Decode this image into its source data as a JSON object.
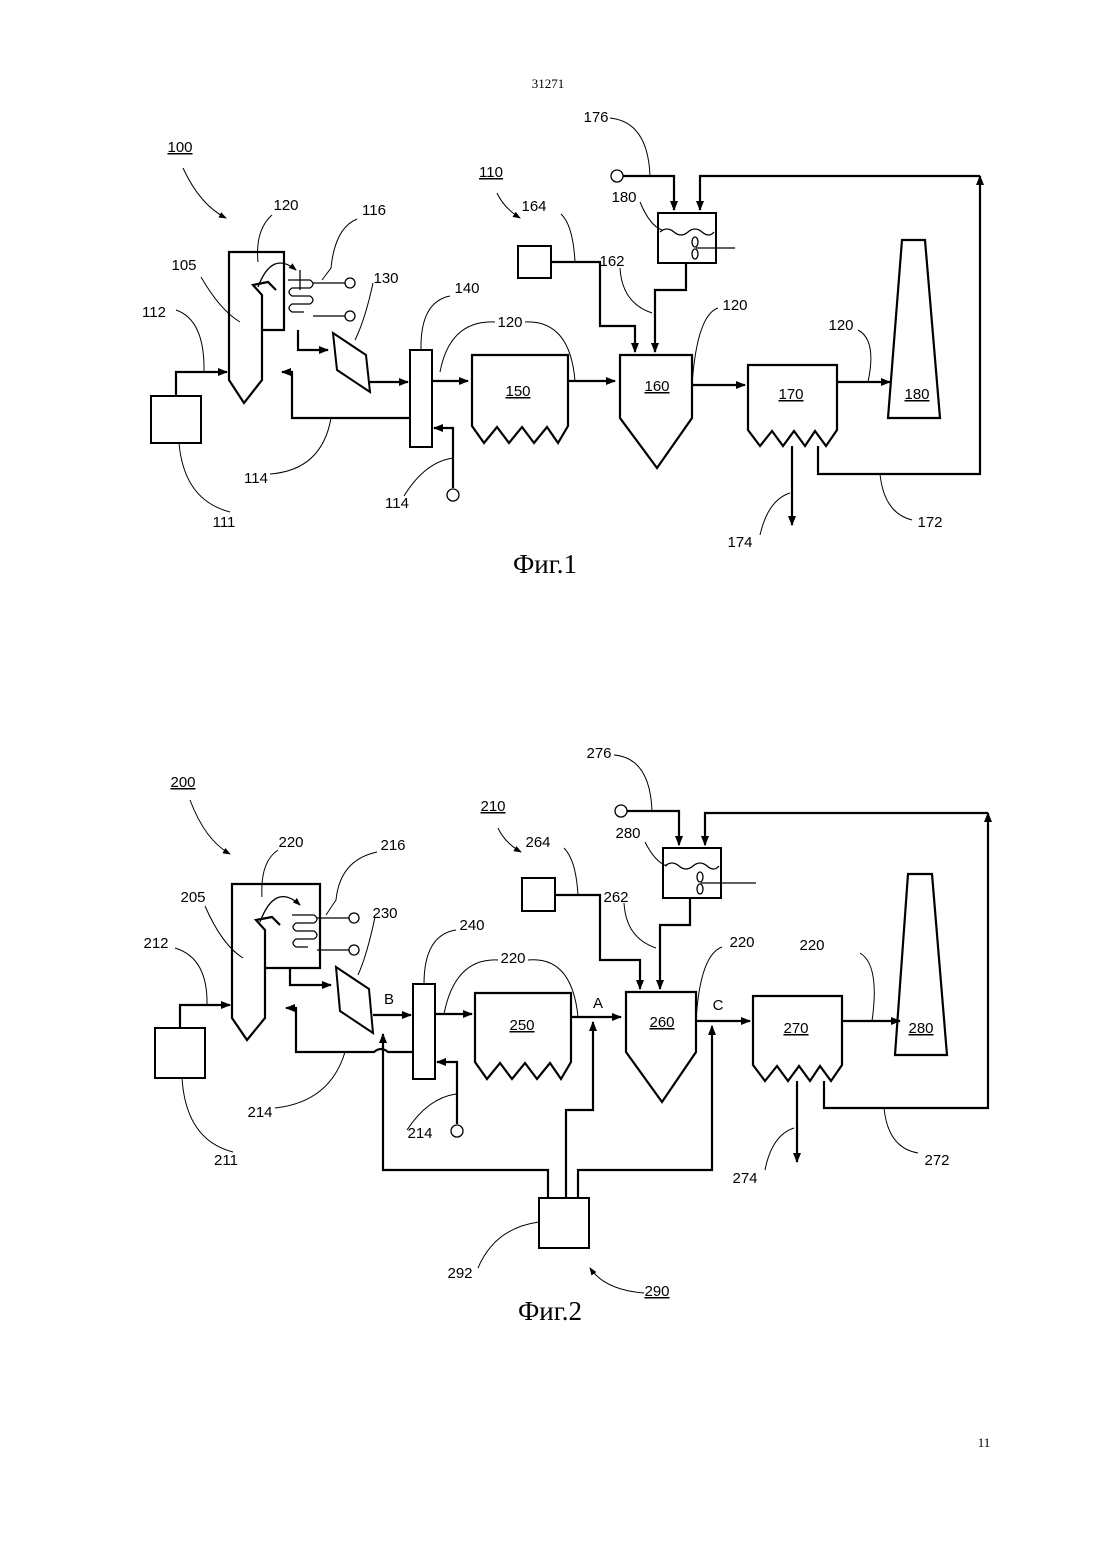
{
  "header": {
    "doc_number": "31271",
    "page_number": "11"
  },
  "fig1": {
    "caption": "Фиг.1",
    "labels": {
      "l100": "100",
      "l110": "110",
      "l105": "105",
      "l111": "111",
      "l112": "112",
      "l114a": "114",
      "l114b": "114",
      "l116": "116",
      "l120a": "120",
      "l120b": "120",
      "l120c": "120",
      "l120d": "120",
      "l130": "130",
      "l140": "140",
      "l150": "150",
      "l160": "160",
      "l162": "162",
      "l164": "164",
      "l170": "170",
      "l172": "172",
      "l174": "174",
      "l176": "176",
      "l180a": "180",
      "l180b": "180"
    }
  },
  "fig2": {
    "caption": "Фиг.2",
    "labels": {
      "l200": "200",
      "l210": "210",
      "l205": "205",
      "l211": "211",
      "l212": "212",
      "l214a": "214",
      "l214b": "214",
      "l216": "216",
      "l220a": "220",
      "l220b": "220",
      "l220c": "220",
      "l220d": "220",
      "l230": "230",
      "l240": "240",
      "l250": "250",
      "l260": "260",
      "l262": "262",
      "l264": "264",
      "l270": "270",
      "l272": "272",
      "l274": "274",
      "l276": "276",
      "l280a": "280",
      "l280b": "280",
      "l290": "290",
      "l292": "292",
      "pA": "A",
      "pB": "B",
      "pC": "C"
    }
  }
}
